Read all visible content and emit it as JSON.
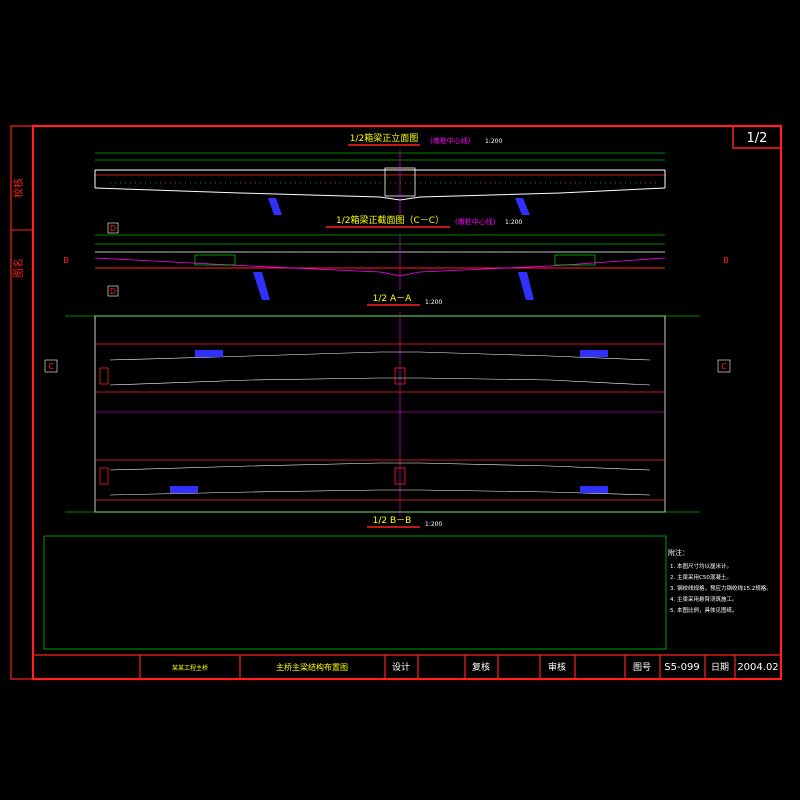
{
  "sheet": {
    "sheet_no": "1/2",
    "left_strip": [
      "校核",
      "图名"
    ]
  },
  "views": {
    "elevation_title": "1/2箱梁正立面图",
    "elevation_subtitle": "(墩桩中心线)",
    "elevation_scale": "1:200",
    "section_cc_title": "1/2箱梁正截面图（C－C）",
    "section_cc_subtitle": "(墩桩中心线)",
    "section_cc_scale": "1:200",
    "plan_aa_title": "1/2 A－A",
    "plan_aa_scale": "1:200",
    "plan_bb_title": "1/2 B－B",
    "plan_bb_scale": "1:200",
    "section_marks": {
      "d": "D",
      "c": "C",
      "b": "B"
    }
  },
  "notes": {
    "heading": "附注：",
    "items": [
      "1. 本图尺寸均以厘米计。",
      "2. 主梁采用C50混凝土。",
      "3. 钢绞线规格，预应力钢绞线15.2规格。",
      "4. 主梁采用悬臂浇筑施工。",
      "5. 本图比例，具体见图纸。"
    ]
  },
  "title_block": {
    "project": "某某工程主桥",
    "drawing_title": "主桥主梁结构布置图",
    "design_label": "设计",
    "check_label": "复核",
    "review_label": "审核",
    "drawing_no_label": "图号",
    "drawing_no": "S5-099",
    "date_label": "日期",
    "date": "2004.02"
  },
  "colors": {
    "frame": "#ff2020",
    "green": "#00ff00",
    "white": "#ffffff",
    "yellow": "#ffff00",
    "magenta": "#ff00ff",
    "blue": "#3030ff",
    "cyan": "#00ffff",
    "orange": "#ffa000"
  }
}
